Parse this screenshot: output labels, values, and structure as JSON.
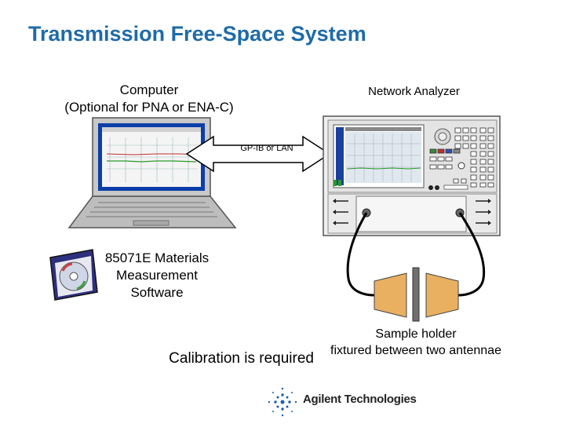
{
  "title": "Transmission Free-Space System",
  "computer": {
    "label_line1": "Computer",
    "label_line2": "(Optional for PNA or ENA-C)"
  },
  "network_analyzer": {
    "label": "Network Analyzer"
  },
  "link": {
    "label": "GP-IB or LAN"
  },
  "software": {
    "line1": "85071E Materials",
    "line2": "Measurement",
    "line3": "Software"
  },
  "sample_holder": {
    "line1": "Sample holder",
    "line2": "fixtured between two antennae"
  },
  "calibration_note": "Calibration is required",
  "logo": {
    "text": "Agilent Technologies"
  },
  "colors": {
    "title": "#1f6ba8",
    "screen": "#0b3ea8",
    "antenna": "#e8b060",
    "analyzer_body": "#f0f0f0"
  }
}
